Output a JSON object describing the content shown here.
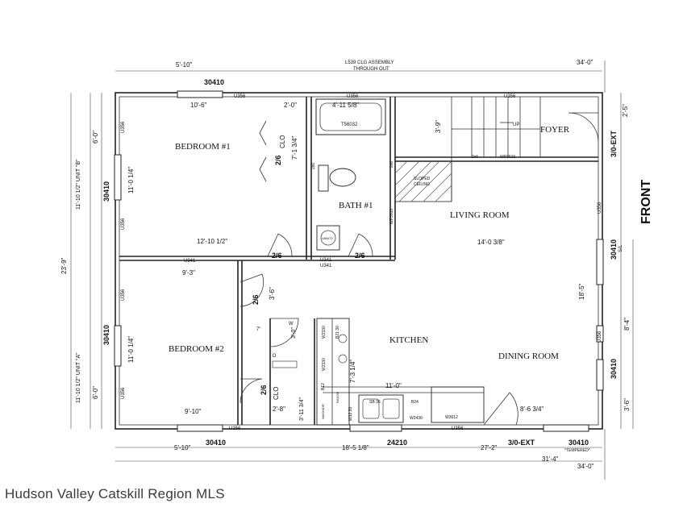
{
  "title_note": [
    "L539 CLG ASSEMBLY",
    "THROUGH OUT"
  ],
  "rooms": {
    "bedroom1": "BEDROOM #1",
    "bedroom2": "BEDROOM #2",
    "bath1": "BATH #1",
    "living": "LIVING ROOM",
    "kitchen": "KITCHEN",
    "dining": "DINING ROOM",
    "foyer": "FOYER",
    "clo": "CLO",
    "front": "FRONT"
  },
  "dims": {
    "top_left": "5'-10\"",
    "top_right": "34'-0\"",
    "overall_height": "23'-9\"",
    "unit_b": "11'-10 1/2\" UNIT \"B\"",
    "unit_a": "11'-10 1/2\" UNIT \"A\"",
    "left_b_top": "6'-0\"",
    "left_a_bottom": "6'-0\"",
    "bed1_width": "10'-6\"",
    "bed1_depth": "11'-0 1/4\"",
    "bed1_length": "12'-10 1/2\"",
    "closet1_w": "2'-0\"",
    "closet1_d": "7'-1 3/4\"",
    "tub_w": "4'-11 5/8\"",
    "stair_d": "3'-9\"",
    "foyer_w": "2'-5\"",
    "living_w": "14'-0 3/8\"",
    "bed2_w": "9'-3\"",
    "bed2_depth": "11'-0 1/4\"",
    "bed2_bottom": "9'-10\"",
    "closet2_w": "2'-8\"",
    "closet2_d": "3'-11 3/4\"",
    "hall_d": "3'-6\"",
    "hall_w": "3'-0\"",
    "pantry_d": "7'-3 1/4\"",
    "kitchen_w": "11'-0\"",
    "right_upper": "18'-5\"",
    "right_mid": "8'-4\"",
    "right_lower": "3'-6\"",
    "door_d": "8'-6 3/4\"",
    "bottom_left": "5'-10\"",
    "bottom_mid": "18'-5 1/8\"",
    "bottom_r1": "27'-2\"",
    "bottom_r2": "31'-4\"",
    "bottom_r3": "34'-0\"",
    "seven": "7\""
  },
  "codes": {
    "w30410": "30410",
    "w24210": "24210",
    "u356": "U356",
    "u341": "U341",
    "door26": "2/6",
    "ext30": "3/0-EXT",
    "tempered": "*TEMPERED*",
    "sl": "S/L",
    "tub": "T56032",
    "wp3510": "WP3510",
    "twobysix": "2x6",
    "up": "UP",
    "sloped": [
      "SLOPED",
      "CEILING"
    ],
    "sb36": "SB  36",
    "b24": "B24",
    "w2430": "W2430",
    "w3612": "W3612",
    "w2330": "W2330",
    "w2330b": "W2330",
    "b2130": "B21 30",
    "w1230": "W12 30",
    "b12": "B12",
    "range": "RANGE",
    "washdr": "WASH/DR",
    "w": "W",
    "d": "D",
    "vanity": "VANITY"
  },
  "watermark": "Hudson Valley Catskill Region MLS"
}
